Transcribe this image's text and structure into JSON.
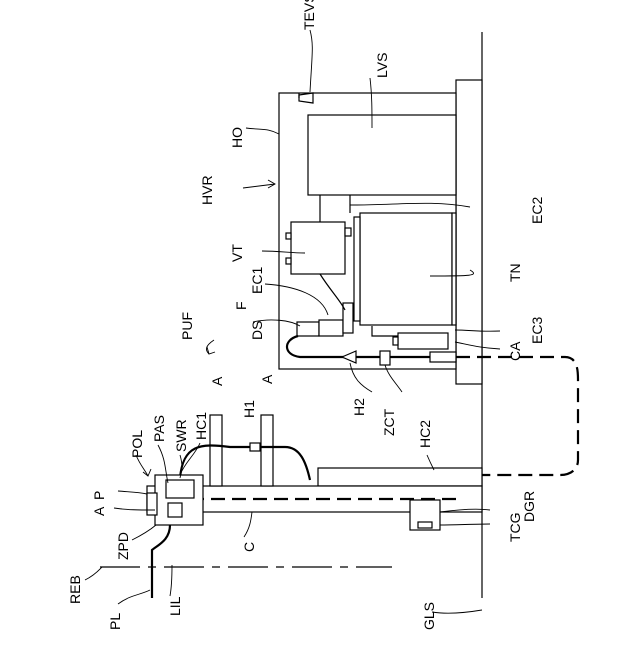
{
  "labels": {
    "TEVS": "TEVS",
    "LVS": "LVS",
    "HO": "HO",
    "HVR": "HVR",
    "EC2": "EC2",
    "VT": "VT",
    "EC1": "EC1",
    "F": "F",
    "DS": "DS",
    "TN": "TN",
    "EC3": "EC3",
    "CA": "CA",
    "PUF": "PUF",
    "A_top1": "A",
    "A_top2": "A",
    "H1": "H1",
    "HC1": "HC1",
    "SWR": "SWR",
    "PAS": "PAS",
    "POL": "POL",
    "P": "P",
    "A_left": "A",
    "ZPD": "ZPD",
    "C": "C",
    "H2": "H2",
    "ZCT": "ZCT",
    "HC2": "HC2",
    "DGR": "DGR",
    "TCG": "TCG",
    "REB": "REB",
    "PL": "PL",
    "LIL": "LIL",
    "GLS": "GLS"
  }
}
